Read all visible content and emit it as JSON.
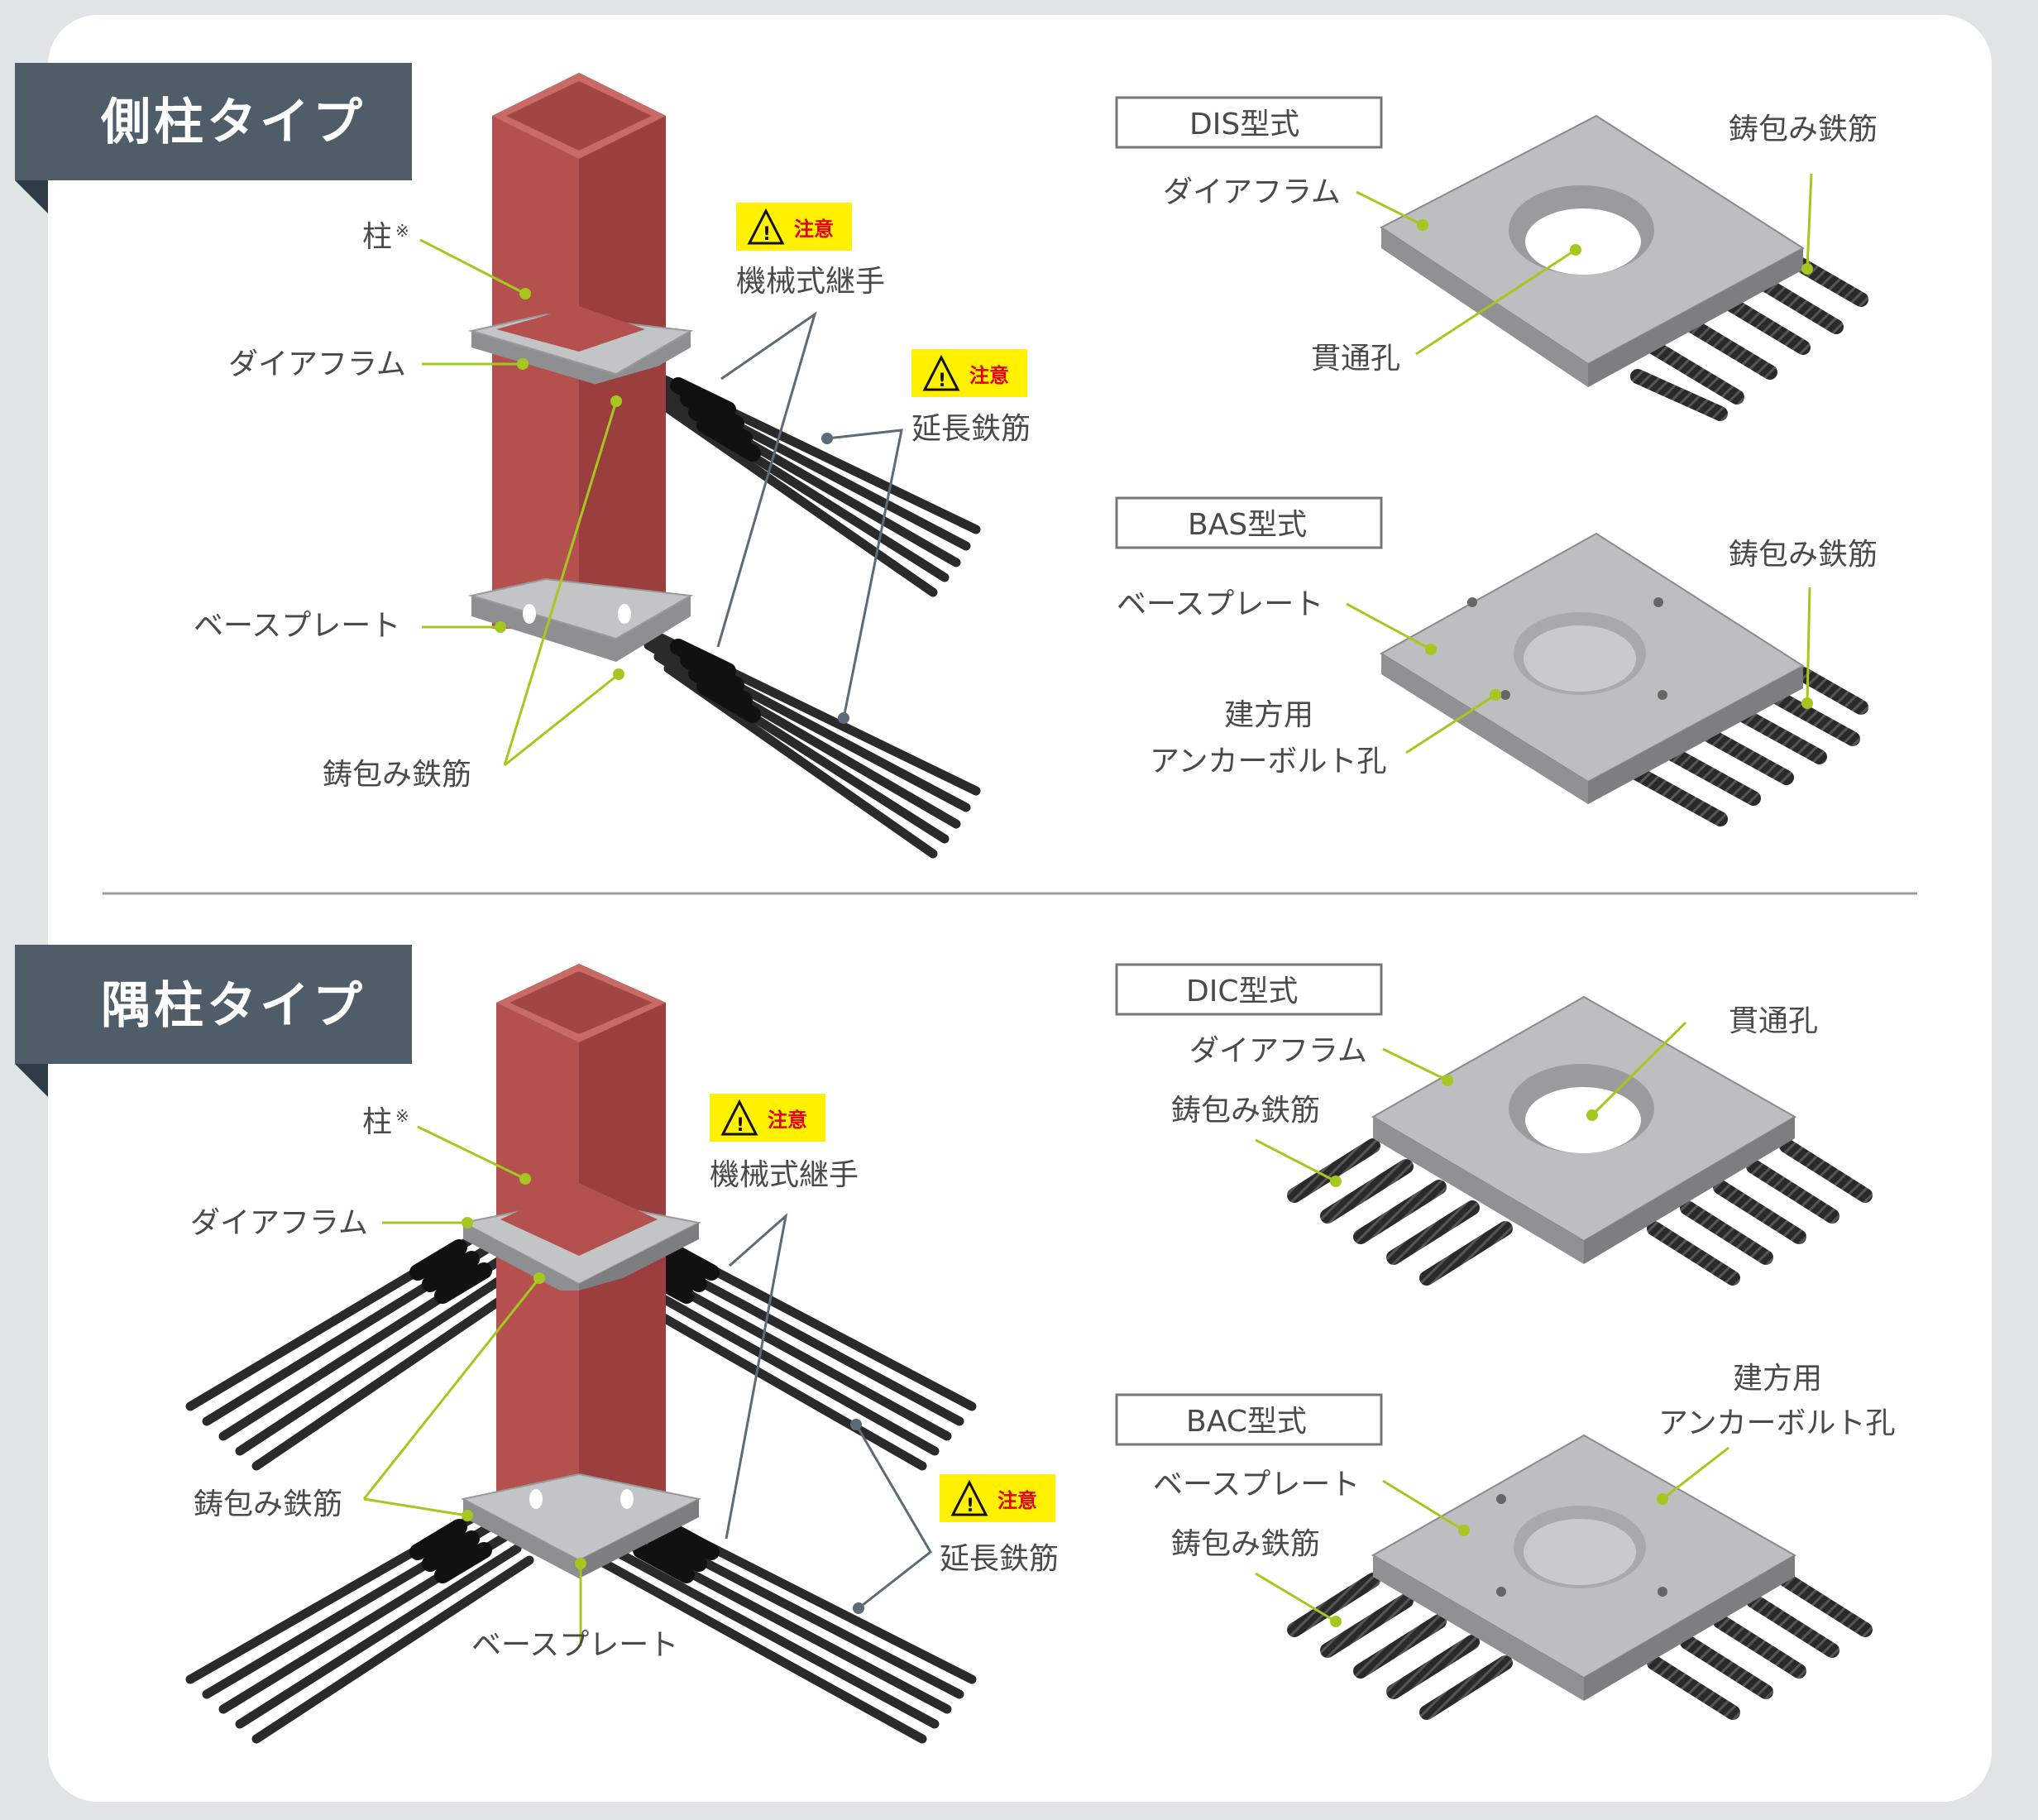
{
  "colors": {
    "header_bg": "#4e5d68",
    "header_tab_dark": "#2f3c46",
    "leader_green": "#a5c81e",
    "leader_slate": "#5b6b78",
    "column_red": "#b4514f",
    "plate_gray": "#b9babb",
    "rebar_black": "#2a2a2a",
    "warning_yellow": "#fff100",
    "warning_red": "#e2001a"
  },
  "side_column": {
    "title": "側柱タイプ",
    "labels": {
      "column": "柱",
      "column_note": "※",
      "diaphragm": "ダイアフラム",
      "base_plate": "ベースプレート",
      "cast_rebar": "鋳包み鉄筋",
      "mech_joint": "機械式継手",
      "ext_rebar": "延長鉄筋"
    },
    "warning": "注意",
    "dis": {
      "box": "DIS型式",
      "diaphragm": "ダイアフラム",
      "through_hole": "貫通孔",
      "cast_rebar": "鋳包み鉄筋"
    },
    "bas": {
      "box": "BAS型式",
      "base_plate": "ベースプレート",
      "anchor_line1": "建方用",
      "anchor_line2": "アンカーボルト孔",
      "cast_rebar": "鋳包み鉄筋"
    }
  },
  "corner_column": {
    "title": "隅柱タイプ",
    "labels": {
      "column": "柱",
      "column_note": "※",
      "diaphragm": "ダイアフラム",
      "cast_rebar": "鋳包み鉄筋",
      "mech_joint": "機械式継手",
      "ext_rebar": "延長鉄筋",
      "base_plate": "ベースプレート"
    },
    "warning": "注意",
    "dic": {
      "box": "DIC型式",
      "diaphragm": "ダイアフラム",
      "through_hole": "貫通孔",
      "cast_rebar": "鋳包み鉄筋"
    },
    "bac": {
      "box": "BAC型式",
      "base_plate": "ベースプレート",
      "anchor_line1": "建方用",
      "anchor_line2": "アンカーボルト孔",
      "cast_rebar": "鋳包み鉄筋"
    }
  }
}
